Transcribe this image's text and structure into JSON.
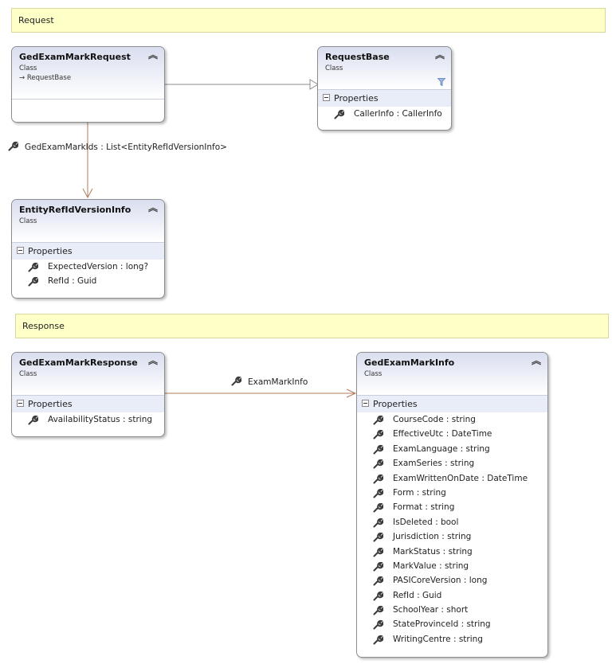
{
  "notes": {
    "request": "Request",
    "response": "Response"
  },
  "classes": {
    "ged_exam_mark_request": {
      "name": "GedExamMarkRequest",
      "kind": "Class",
      "inherits": "RequestBase"
    },
    "request_base": {
      "name": "RequestBase",
      "kind": "Class",
      "compartment": "Properties",
      "properties": [
        "CallerInfo : CallerInfo"
      ]
    },
    "entity_ref_id_version_info": {
      "name": "EntityRefIdVersionInfo",
      "kind": "Class",
      "compartment": "Properties",
      "properties": [
        "ExpectedVersion : long?",
        "RefId : Guid"
      ]
    },
    "ged_exam_mark_response": {
      "name": "GedExamMarkResponse",
      "kind": "Class",
      "compartment": "Properties",
      "properties": [
        "AvailabilityStatus : string"
      ]
    },
    "ged_exam_mark_info": {
      "name": "GedExamMarkInfo",
      "kind": "Class",
      "compartment": "Properties",
      "properties": [
        "CourseCode : string",
        "EffectiveUtc : DateTime",
        "ExamLanguage : string",
        "ExamSeries : string",
        "ExamWrittenOnDate : DateTime",
        "Form : string",
        "Format : string",
        "IsDeleted : bool",
        "Jurisdiction : string",
        "MarkStatus : string",
        "MarkValue : string",
        "PASICoreVersion : long",
        "RefId : Guid",
        "SchoolYear : short",
        "StateProvinceId : string",
        "WritingCentre : string"
      ]
    }
  },
  "associations": {
    "ged_exam_mark_ids": "GedExamMarkIds : List<EntityRefIdVersionInfo>",
    "exam_mark_info": "ExamMarkInfo"
  },
  "icons": {
    "collapse": "double-chevron-up-icon",
    "property": "wrench-icon",
    "filter": "filter-icon",
    "inheritance": "arrow-right-icon"
  },
  "colors": {
    "association_line": "#b07a5a",
    "inheritance_line": "#8c8c8c",
    "note_fill": "#ffffc8",
    "header_gradient_top": "#d9deef",
    "compartment_fill": "#e9edf7"
  }
}
